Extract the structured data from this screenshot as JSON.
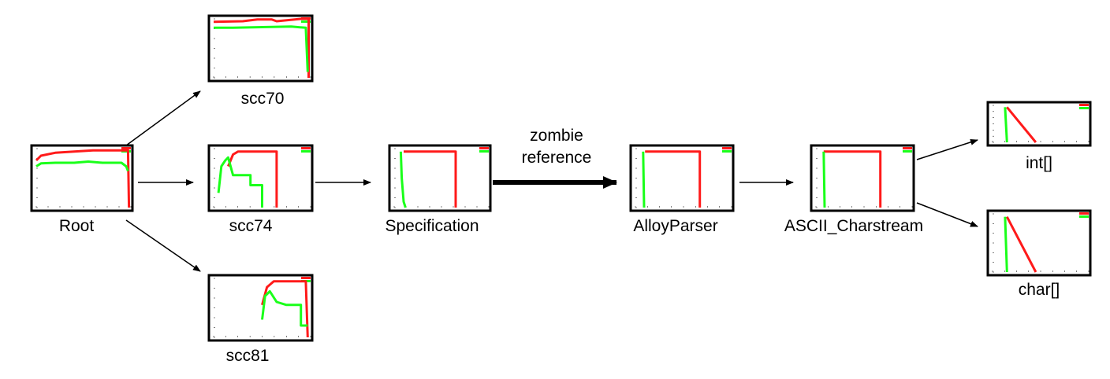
{
  "edge_label": {
    "line1": "zombie",
    "line2": "reference"
  },
  "colors": {
    "live": "#ff1a1a",
    "reachable": "#1aff1a",
    "edge": "#000000"
  },
  "chart_data": [
    {
      "id": "root",
      "label": "Root",
      "type": "line",
      "xlim": [
        0,
        100
      ],
      "ylim": [
        0,
        100
      ],
      "series": [
        {
          "name": "red",
          "values": [
            [
              0,
              80
            ],
            [
              5,
              88
            ],
            [
              20,
              93
            ],
            [
              40,
              95
            ],
            [
              60,
              97
            ],
            [
              80,
              97
            ],
            [
              97,
              97
            ],
            [
              98,
              0
            ]
          ]
        },
        {
          "name": "green",
          "values": [
            [
              0,
              70
            ],
            [
              5,
              75
            ],
            [
              20,
              76
            ],
            [
              40,
              76
            ],
            [
              55,
              78
            ],
            [
              70,
              76
            ],
            [
              90,
              76
            ],
            [
              95,
              70
            ],
            [
              97,
              62
            ]
          ]
        }
      ]
    },
    {
      "id": "scc70",
      "label": "scc70",
      "type": "line",
      "xlim": [
        0,
        100
      ],
      "ylim": [
        0,
        100
      ],
      "series": [
        {
          "name": "red",
          "values": [
            [
              0,
              95
            ],
            [
              30,
              96
            ],
            [
              45,
              99
            ],
            [
              60,
              99
            ],
            [
              65,
              96
            ],
            [
              90,
              100
            ],
            [
              98,
              100
            ],
            [
              98,
              0
            ]
          ]
        },
        {
          "name": "green",
          "values": [
            [
              0,
              85
            ],
            [
              20,
              85
            ],
            [
              50,
              86
            ],
            [
              80,
              87
            ],
            [
              95,
              85
            ],
            [
              97,
              10
            ]
          ]
        }
      ]
    },
    {
      "id": "scc74",
      "label": "scc74",
      "type": "line",
      "xlim": [
        0,
        100
      ],
      "ylim": [
        0,
        100
      ],
      "series": [
        {
          "name": "red",
          "values": [
            [
              15,
              70
            ],
            [
              20,
              90
            ],
            [
              25,
              95
            ],
            [
              65,
              95
            ],
            [
              65,
              0
            ]
          ]
        },
        {
          "name": "green",
          "values": [
            [
              5,
              25
            ],
            [
              8,
              70
            ],
            [
              12,
              80
            ],
            [
              15,
              85
            ],
            [
              20,
              55
            ],
            [
              38,
              55
            ],
            [
              38,
              38
            ],
            [
              50,
              38
            ],
            [
              50,
              0
            ]
          ]
        }
      ]
    },
    {
      "id": "scc81",
      "label": "scc81",
      "type": "line",
      "xlim": [
        0,
        100
      ],
      "ylim": [
        0,
        100
      ],
      "series": [
        {
          "name": "red",
          "values": [
            [
              50,
              55
            ],
            [
              55,
              85
            ],
            [
              62,
              95
            ],
            [
              95,
              95
            ],
            [
              97,
              0
            ]
          ]
        },
        {
          "name": "green",
          "values": [
            [
              50,
              30
            ],
            [
              53,
              70
            ],
            [
              58,
              78
            ],
            [
              65,
              60
            ],
            [
              75,
              55
            ],
            [
              90,
              55
            ],
            [
              90,
              20
            ],
            [
              97,
              20
            ]
          ]
        }
      ]
    },
    {
      "id": "specification",
      "label": "Specification",
      "type": "line",
      "xlim": [
        0,
        100
      ],
      "ylim": [
        0,
        100
      ],
      "series": [
        {
          "name": "red",
          "values": [
            [
              10,
              95
            ],
            [
              65,
              95
            ],
            [
              65,
              0
            ]
          ]
        },
        {
          "name": "green",
          "values": [
            [
              7,
              95
            ],
            [
              8,
              50
            ],
            [
              10,
              10
            ],
            [
              12,
              0
            ]
          ]
        }
      ]
    },
    {
      "id": "alloyparser",
      "label": "AlloyParser",
      "type": "line",
      "xlim": [
        0,
        100
      ],
      "ylim": [
        0,
        100
      ],
      "series": [
        {
          "name": "red",
          "values": [
            [
              10,
              95
            ],
            [
              67,
              95
            ],
            [
              67,
              0
            ]
          ]
        },
        {
          "name": "green",
          "values": [
            [
              8,
              95
            ],
            [
              9,
              0
            ]
          ]
        }
      ]
    },
    {
      "id": "ascii_charstream",
      "label": "ASCII_Charstream",
      "type": "line",
      "xlim": [
        0,
        100
      ],
      "ylim": [
        0,
        100
      ],
      "series": [
        {
          "name": "red",
          "values": [
            [
              8,
              95
            ],
            [
              67,
              95
            ],
            [
              67,
              0
            ]
          ]
        },
        {
          "name": "green",
          "values": [
            [
              8,
              95
            ],
            [
              9,
              0
            ]
          ]
        }
      ]
    },
    {
      "id": "int_array",
      "label": "int[]",
      "type": "line",
      "xlim": [
        0,
        100
      ],
      "ylim": [
        0,
        100
      ],
      "series": [
        {
          "name": "red",
          "values": [
            [
              15,
              95
            ],
            [
              45,
              0
            ]
          ]
        },
        {
          "name": "green",
          "values": [
            [
              13,
              95
            ],
            [
              15,
              0
            ]
          ]
        }
      ]
    },
    {
      "id": "char_array",
      "label": "char[]",
      "type": "line",
      "xlim": [
        0,
        100
      ],
      "ylim": [
        0,
        100
      ],
      "series": [
        {
          "name": "red",
          "values": [
            [
              15,
              95
            ],
            [
              45,
              0
            ]
          ]
        },
        {
          "name": "green",
          "values": [
            [
              13,
              95
            ],
            [
              15,
              0
            ]
          ]
        }
      ]
    }
  ]
}
